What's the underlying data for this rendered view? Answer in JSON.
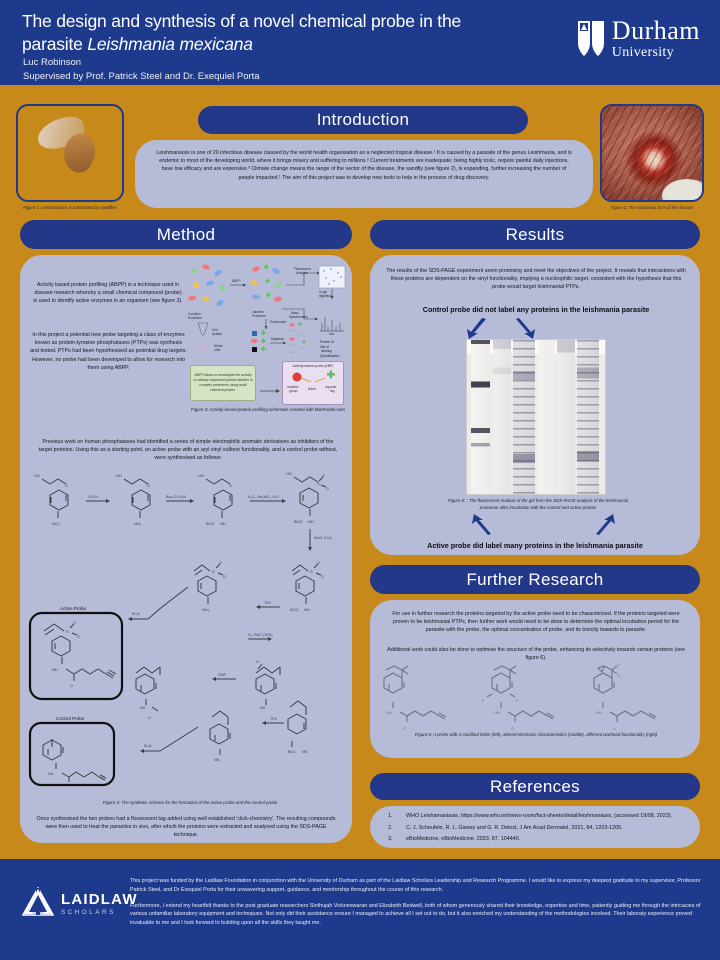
{
  "header": {
    "title_line1": "The design and synthesis of a novel chemical probe in the",
    "title_line2_pre": "parasite ",
    "title_line2_italic": "Leishmania mexicana",
    "author": "Luc Robinson",
    "supervisor": "Supervised by Prof. Patrick Steel and Dr. Exequiel Porta",
    "university_name": "Durham",
    "university_sub": "University"
  },
  "colors": {
    "poster_background": "#c8891b",
    "banner_blue": "#24388a",
    "card_lavender": "#b6bbd8",
    "header_blue": "#1e3a8c"
  },
  "figures": {
    "fig1_caption": "Figure 1: Leishmaniasis is transmitted by sandflies",
    "fig2_caption": "Figure 2: The cutaneous form of the disease",
    "fig3_caption": "Figure 3: Activity based protein profiling schematic created with BioRender.com",
    "fig4_caption": "Figure 4: The synthetic scheme for the formation of the active probe and the control probe",
    "fig5_caption": "Figure 5: : The fluorescent readout of the gel from the SDS-PAGE analysis of the leishmanial proteome after incubation with the control and active probes",
    "fig6_caption": "Figure 6: A probe with a modified linker (left), altered electronic characterisitics (middle), different warhead functionality (right)"
  },
  "introduction": {
    "heading": "Introduction",
    "body": "Leishmaniasis is one of 20 infectious disease classed by the world health organisation as a neglected tropical disease.¹ It is caused by a parasite of the genus Leishmania, and is endemic to most of the developing world, where it brings misery and suffering to millions.² Current treatments are inadequate; being highly toxic, require painful daily injections, have low efficacy and are expensive.³ Climate change means the range of the vector of the disease, the sandfly (see figure 2), is expanding, further increasing the number of people impacted.¹ The aim of this project was to develop new tools to help in the process of drug discovery."
  },
  "method": {
    "heading": "Method",
    "para1": "Activity based protein profiling (ABPP) is a technique used in disease research whereby a small chemical compound (probe) is used to identify active enzymes in an organism (see figure 3).",
    "para2": "In this project a potential new probe targeting a class of enzymes known as protein-tyrosine phosphatases (PTPs) was synthesis and tested. PTPs had been hypothesised as potential drug targets. However, no probe had been developed to allow for research into them using ABPP.",
    "para3": "Previous work on human phosphatases had identified a series of simple electrophilic aromatic derivatives as inhibitors of the target proteins. Using this as a starting point, an active probe with an aryl vinyl sulfone functionality, and a control probe without, were synthesised as follows:",
    "para4": "Once synthesised the two probes had a flourescent tag added using well established 'click-chemistry'. The resulting compounds were then used to treat the parasites in vivo, after whcih the proteins were extracted and analysed using the SDS-PAGE technique.",
    "schematic": {
      "complex_proteome": "Complex Proteome",
      "cell_lysates": "Cell lysates",
      "whole_cells": "Whole cells",
      "abpp": "ABPP",
      "labeled_proteome": "Labeled Proteome",
      "enrichment": "Enrichment",
      "digestion": "Digestion",
      "fluorescent_analysis": "Fluorescent Analysis",
      "in_gel_digestion": "In-gel digestion",
      "mass_spectrometry": "Mass Spectrometry",
      "outputs": "· Protein ID\n· Site of labeling\n· Quantification",
      "green_note": "ABPP allows to investigate the activity of natively expressed protein families in complex proteomes using small chemical probes.",
      "probe_title": "Activity-based probe (ABP)",
      "probe_parts": [
        "reactive group",
        "linker",
        "reporter tag"
      ]
    },
    "scheme_labels": {
      "step1": "O₂/Sn",
      "step2": "Boc₂O, Et₃N",
      "step3": "H₂O₂, Na₂WO₄, H₂O",
      "step4": "MsCl, Et₃N",
      "step5": "TFA",
      "step6": "Et₃N",
      "step7": "H₂, Pd/C (10%)",
      "step8": "Et₃N",
      "step9": "TFA",
      "step10": "DMF",
      "active_probe": "Active Probe",
      "control_probe": "Control Probe",
      "ho": "HO",
      "no2": "NO₂",
      "nh2": "NH₂",
      "boc_nh": "BOC",
      "nh": "NH",
      "s": "S",
      "o": "O"
    }
  },
  "results": {
    "heading": "Results",
    "body": "The results of the SDS-PAGE experiment seem promising and meet the objectives of the project. It reveals that interactions with these proteins are dependent on the vinyl functionality, implying a nucleophilic target, consistent with the hypothesis that this probe would target leishmanial PTPs.",
    "control_line": "Control probe did not label any proteins in the leishmania parasite",
    "active_line": "Active probe did label many proteins in the leishmania parasite"
  },
  "further_research": {
    "heading": "Further Research",
    "para1": "For use in further research the proteins targeted by the active probe need to be characterised. If the proteins targeted were proven to be leishmanial PTPs, then further work would need to be done to determine the optimal incubation period for the parasite with the probe, the optimal concentration of probe, and its toxicity towards to parasite.",
    "para2": "Additional work could also be done to optimise the structure of the probe, enhancing its selectivity towards certain proteins (see figure 6)."
  },
  "references": {
    "heading": "References",
    "items": [
      {
        "num": "1.",
        "text": "WHO Leishamaniasis, https://www.who.int/news-room/fact-sheets/detail/leishmaniasis, (accessed 19/08, 2023)."
      },
      {
        "num": "2.",
        "text": "C. J. Scheufele, R. L. Giesey and G. R. Delost, J Am Acad Dermatol, 2021, 84, 1203-1205."
      },
      {
        "num": "3.",
        "text": "eBioMedicine, eBioMedicine, 2023, 87, 104440."
      }
    ]
  },
  "footer": {
    "logo_name": "LAIDLAW",
    "logo_sub": "SCHOLARS",
    "ack_para1": "This project was funded by the Laidlaw Foundation in conjunction with the University of Durham as part of the Laidlaw Scholars Leadership and Research Programme. I would like to express my deepest gratitude to my supervisor, Professor Patrick Steel, and Dr Exequiel Porta for their unwavering support, guidance, and mentorship throughout the course of this research.",
    "ack_para2": "Furthermore, I extend my heartfelt thanks to the post graduate researchers Sinthujah Vickneswaran and Elizabeth Bedwell, both of whom generously shared their knowledge, expertise and time, patiently guiding me through the intricacies of various unfamiliar laboratory equipment and technqiues. Not only did their assistance ensure I managed to achieve all I set out to do, but it also enriched my understanding of the methodologies involved. Their laboraty experience proved invaluable to me and I look forward to building upon all the skills they taught me."
  }
}
